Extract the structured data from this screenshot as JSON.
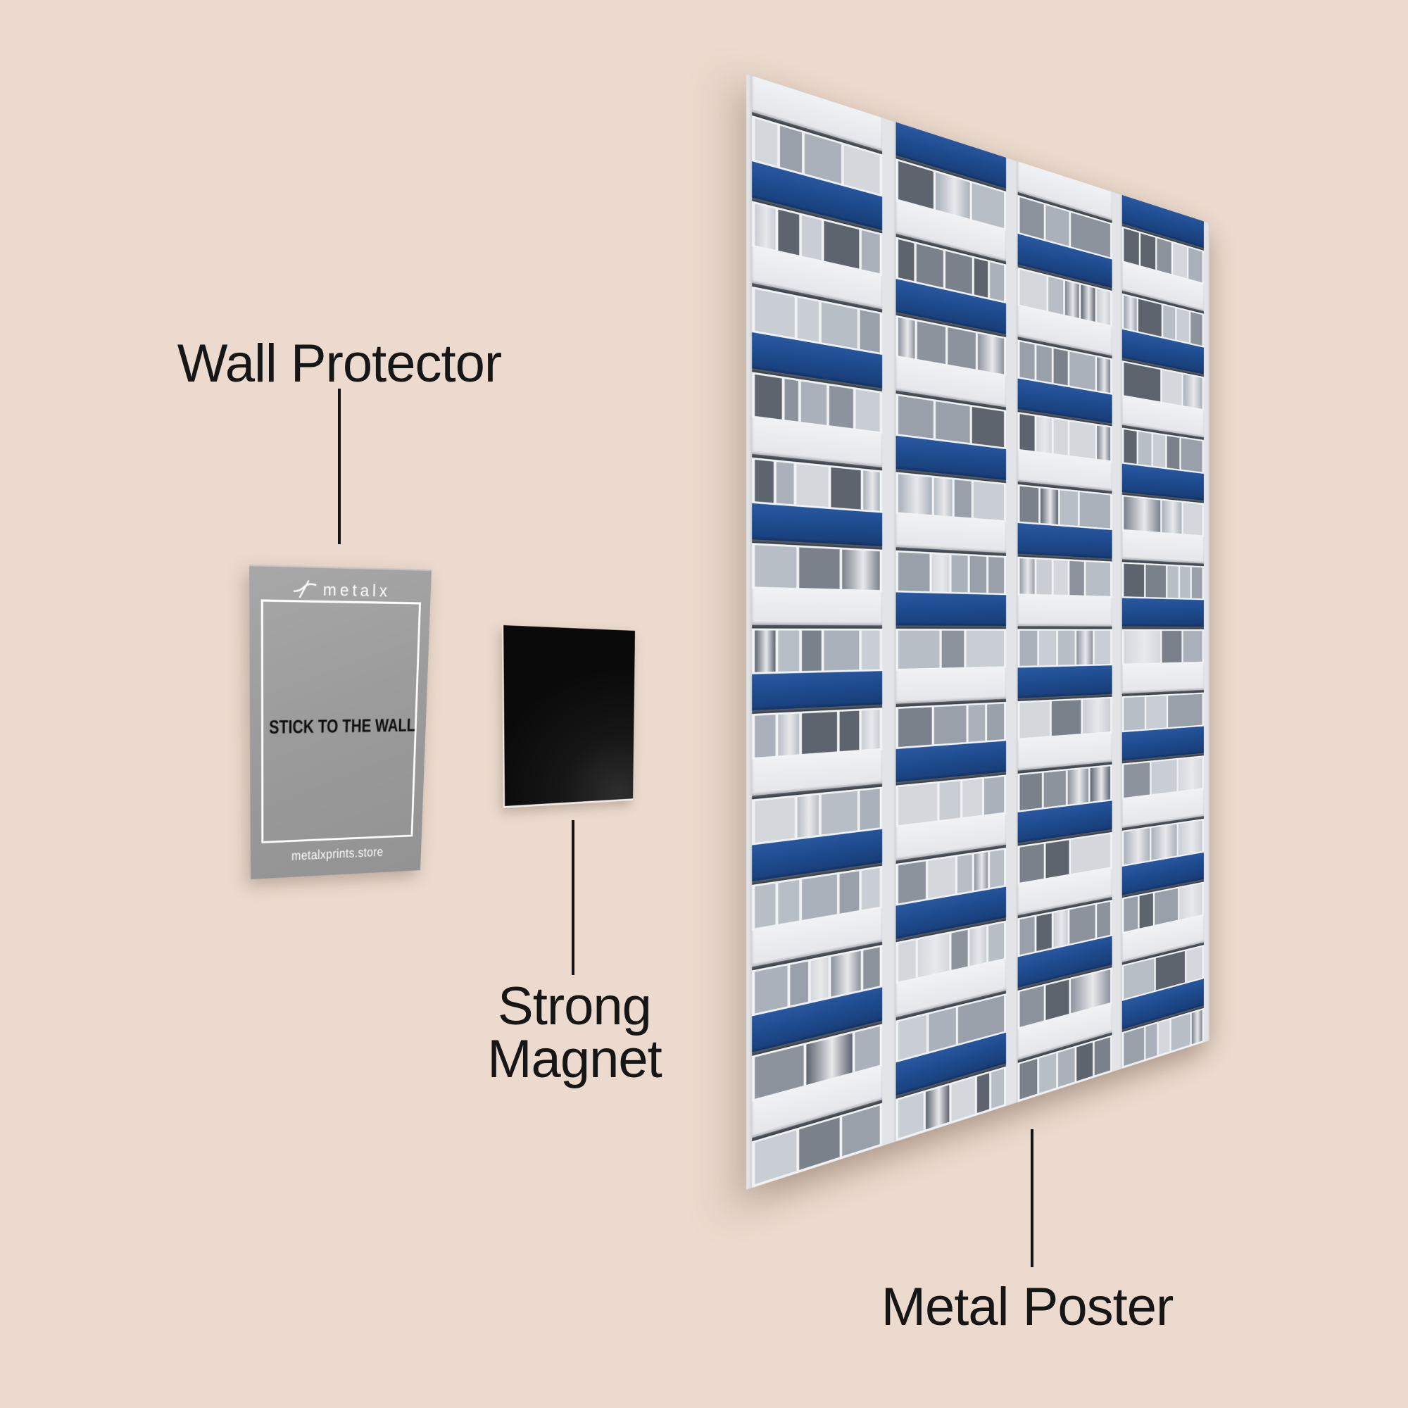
{
  "scene": {
    "background_color": "#EBDACD",
    "annotation_color": "#161616"
  },
  "annotations": {
    "wall_protector": {
      "label": "Wall Protector"
    },
    "strong_magnet": {
      "label_line1": "Strong",
      "label_line2": "Magnet"
    },
    "metal_poster": {
      "label": "Metal Poster"
    }
  },
  "wall_protector_card": {
    "brand_text": "metalx",
    "icon": "metalx-logo-icon",
    "center_text": "STICK TO THE WALL",
    "footer_text": "metalxprints.store",
    "card_color": "#9C9C9C",
    "center_text_color": "#0E0E0E",
    "light_text_color": "#FFFFFF"
  },
  "magnet": {
    "color": "#0B0B0B"
  },
  "metal_poster_art": {
    "subject": "blue and white checkerboard apartment building facade",
    "floors": 13,
    "columns": 4,
    "blue_panel_color": "#1E4B8F",
    "white_panel_color": "#ECEDF1",
    "pier_color": "#E2E4E8",
    "slab_shadow_color": "#3A4048",
    "frame_color": "#F0F2F4",
    "glass_palette": [
      "#aab1ba",
      "#8d939d",
      "#c9ced4",
      "#7a818b",
      "#b8bec6",
      "#99a0aa",
      "#5d646e",
      "#d4d8dd"
    ]
  }
}
